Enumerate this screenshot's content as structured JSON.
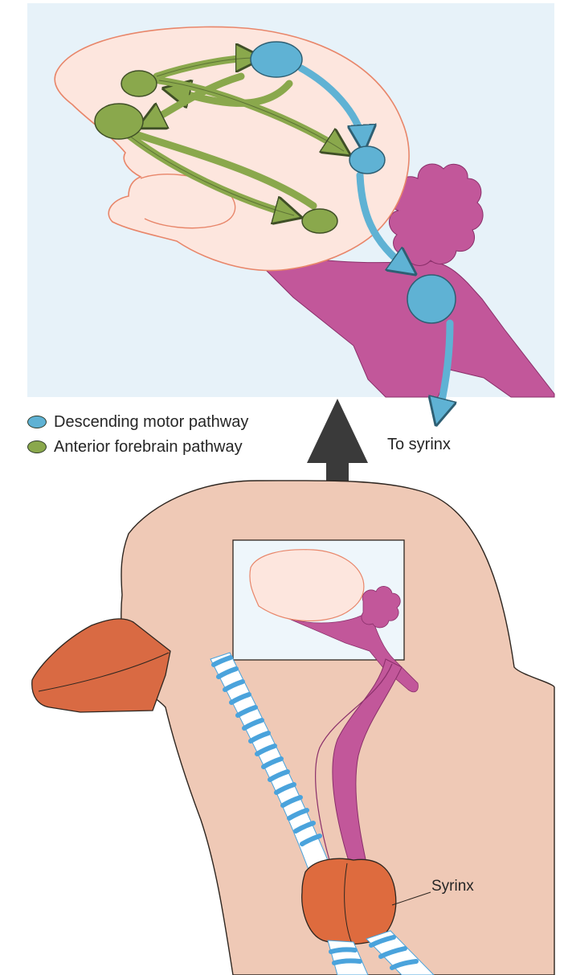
{
  "legend": {
    "descending_label": "Descending motor pathway",
    "descending_color": "#5fb2d4",
    "anterior_label": "Anterior forebrain pathway",
    "anterior_color": "#8aa84c"
  },
  "labels": {
    "to_syrinx": "To syrinx",
    "syrinx": "Syrinx"
  },
  "colors": {
    "panel_background": "#e7f2f9",
    "brain_fill": "#fde6de",
    "brain_outline": "#e8866a",
    "brainstem_magenta": "#c2579a",
    "head_skin": "#efc9b6",
    "beak": "#d96a43",
    "syrinx": "#de6b3e",
    "trachea_stripe": "#4aa3dc",
    "big_arrow": "#3a3a3a"
  },
  "icons": {
    "big_arrow": "up-arrow-icon",
    "legend_swatch": "ellipse-icon"
  }
}
